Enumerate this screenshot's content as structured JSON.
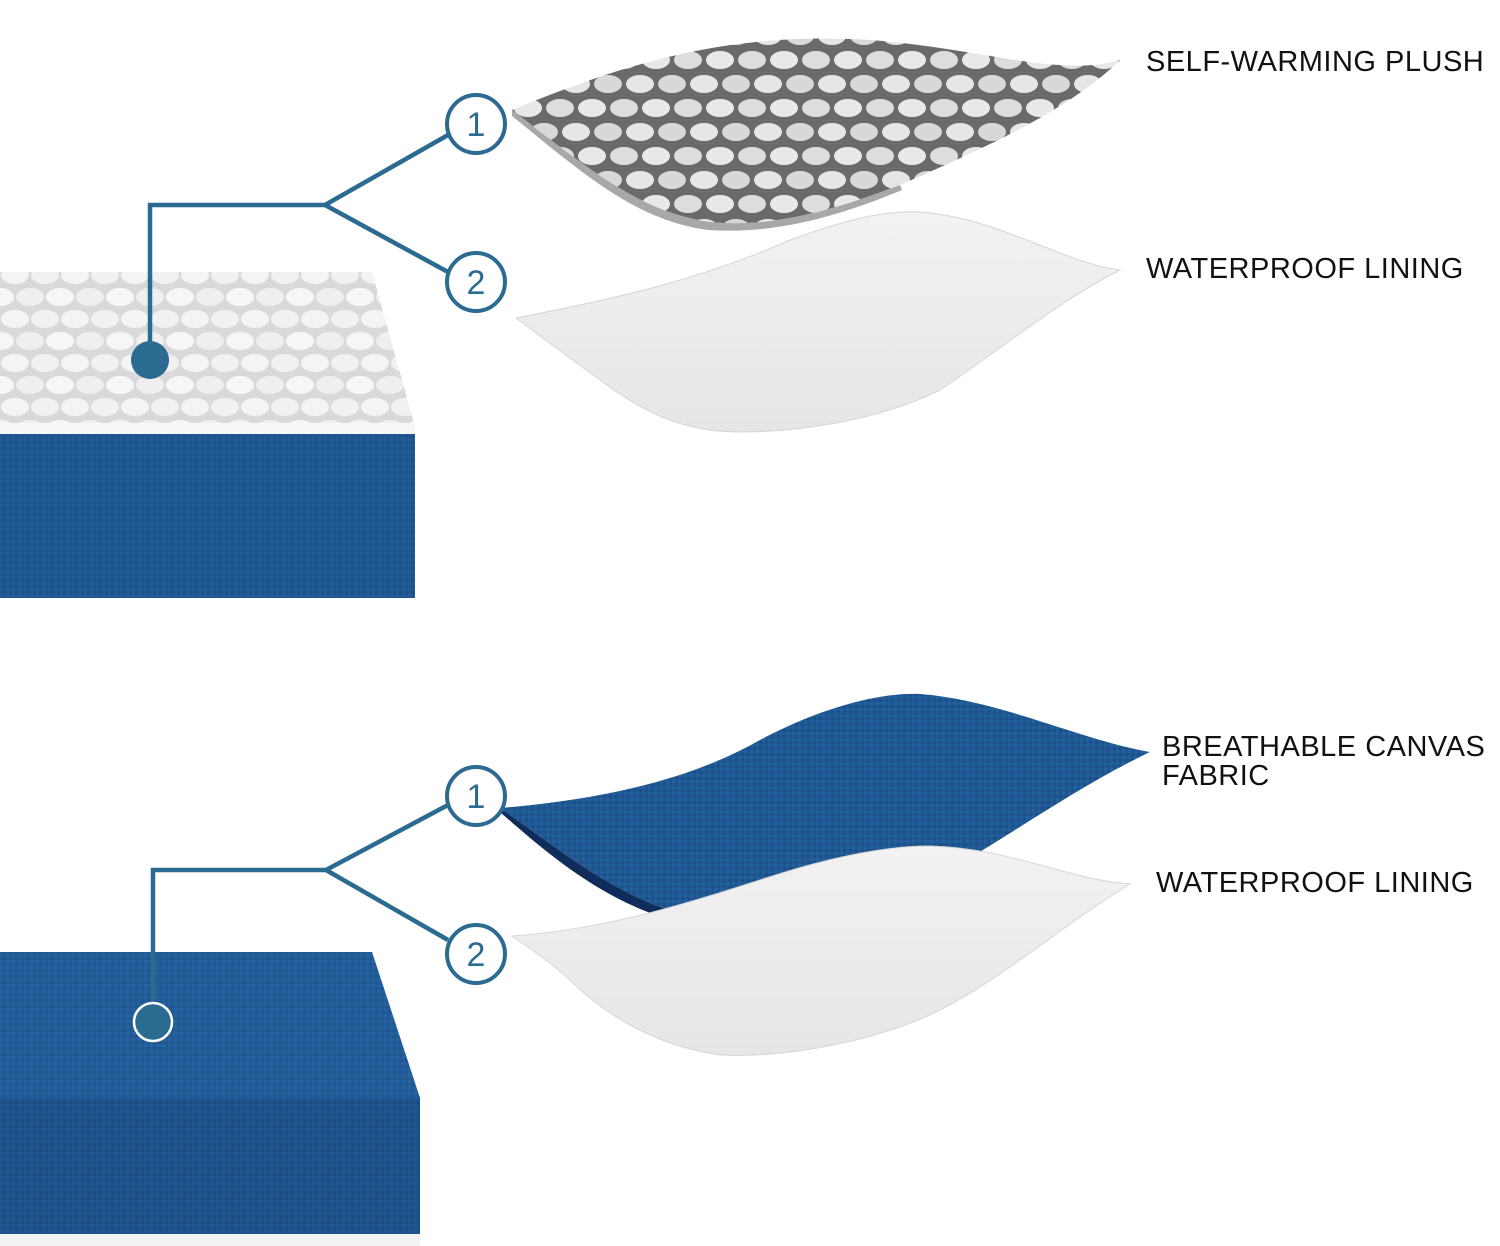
{
  "colors": {
    "accent": "#2b6a91",
    "canvas_blue": "#1f5590",
    "canvas_dark": "#122e60",
    "lining": "#ebebeb",
    "plush": "#e3e3e3"
  },
  "top_diagram": {
    "markers": [
      "1",
      "2"
    ],
    "labels": {
      "layer1": "SELF-WARMING PLUSH",
      "layer2": "WATERPROOF LINING"
    }
  },
  "bottom_diagram": {
    "markers": [
      "1",
      "2"
    ],
    "labels": {
      "layer1_line1": "BREATHABLE CANVAS",
      "layer1_line2": "FABRIC",
      "layer2": "WATERPROOF LINING"
    }
  }
}
